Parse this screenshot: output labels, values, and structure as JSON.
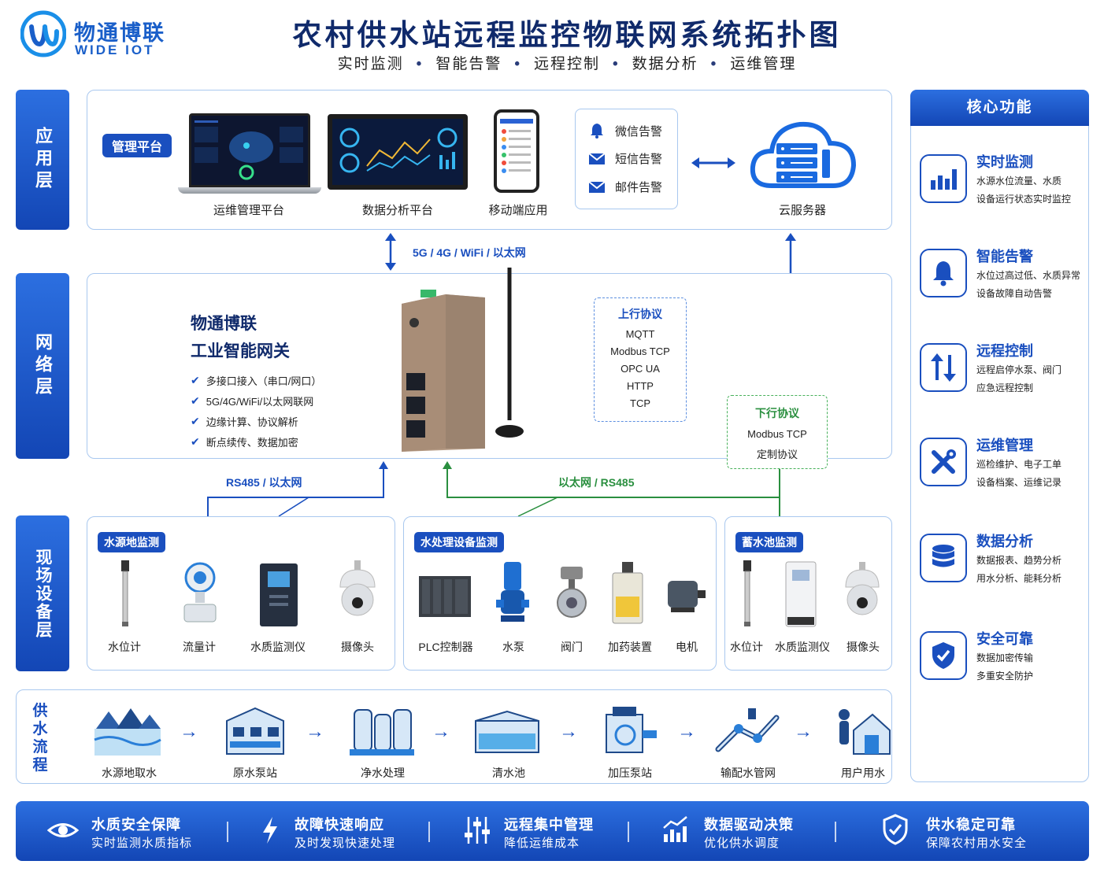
{
  "header": {
    "logo_cn": "物通博联",
    "logo_en": "WIDE IOT",
    "title": "农村供水站远程监控物联网系统拓扑图",
    "subtitle_items": [
      "实时监测",
      "智能告警",
      "远程控制",
      "数据分析",
      "运维管理"
    ],
    "subtitle_sep": "•"
  },
  "layers": {
    "application": "应用层",
    "network": "网络层",
    "field": "现场设备层",
    "flow": "供水流程"
  },
  "application": {
    "mgmt_pill": "管理平台",
    "devices": [
      "运维管理平台",
      "数据分析平台",
      "移动端应用"
    ],
    "alerts": [
      "微信告警",
      "短信告警",
      "邮件告警"
    ],
    "server": "云服务器"
  },
  "links": {
    "top": "5G / 4G / WiFi / 以太网",
    "left": "RS485 / 以太网",
    "right": "以太网 / RS485"
  },
  "gateway": {
    "title_line1": "物通博联",
    "title_line2": "工业智能网关",
    "features": [
      "多接口接入（串口/网口）",
      "5G/4G/WiFi/以太网联网",
      "边缘计算、协议解析",
      "断点续传、数据加密"
    ],
    "up_protocol_title": "上行协议",
    "up_protocols": [
      "MQTT",
      "Modbus TCP",
      "OPC UA",
      "HTTP",
      "TCP"
    ],
    "down_protocol_title": "下行协议",
    "down_protocols": [
      "Modbus TCP",
      "定制协议"
    ]
  },
  "field": {
    "groups": [
      {
        "tag": "水源地监测",
        "devices": [
          "水位计",
          "流量计",
          "水质监测仪",
          "摄像头"
        ]
      },
      {
        "tag": "水处理设备监测",
        "devices": [
          "PLC控制器",
          "水泵",
          "阀门",
          "加药装置",
          "电机"
        ]
      },
      {
        "tag": "蓄水池监测",
        "devices": [
          "水位计",
          "水质监测仪",
          "摄像头"
        ]
      }
    ]
  },
  "flow": {
    "steps": [
      "水源地取水",
      "原水泵站",
      "净水处理",
      "清水池",
      "加压泵站",
      "输配水管网",
      "用户用水"
    ],
    "arrow": "→"
  },
  "sidebar": {
    "title": "核心功能",
    "items": [
      {
        "title": "实时监测",
        "desc1": "水源水位流量、水质",
        "desc2": "设备运行状态实时监控",
        "icon": "bar-chart-icon"
      },
      {
        "title": "智能告警",
        "desc1": "水位过高过低、水质异常",
        "desc2": "设备故障自动告警",
        "icon": "bell-icon"
      },
      {
        "title": "远程控制",
        "desc1": "远程启停水泵、阀门",
        "desc2": "应急远程控制",
        "icon": "up-down-arrows-icon"
      },
      {
        "title": "运维管理",
        "desc1": "巡检维护、电子工单",
        "desc2": "设备档案、运维记录",
        "icon": "tools-icon"
      },
      {
        "title": "数据分析",
        "desc1": "数据报表、趋势分析",
        "desc2": "用水分析、能耗分析",
        "icon": "database-icon"
      },
      {
        "title": "安全可靠",
        "desc1": "数据加密传输",
        "desc2": "多重安全防护",
        "icon": "shield-check-icon"
      }
    ]
  },
  "bottom": {
    "items": [
      {
        "title": "水质安全保障",
        "sub": "实时监测水质指标",
        "icon": "eye-icon"
      },
      {
        "title": "故障快速响应",
        "sub": "及时发现快速处理",
        "icon": "lightning-icon"
      },
      {
        "title": "远程集中管理",
        "sub": "降低运维成本",
        "icon": "sliders-icon"
      },
      {
        "title": "数据驱动决策",
        "sub": "优化供水调度",
        "icon": "trend-chart-icon"
      },
      {
        "title": "供水稳定可靠",
        "sub": "保障农村用水安全",
        "icon": "shield-check-icon"
      }
    ]
  },
  "colors": {
    "primary": "#1a4fbf",
    "dark_title": "#102a6b",
    "green": "#2a8f3f",
    "panel_border": "#a9c8ef"
  }
}
